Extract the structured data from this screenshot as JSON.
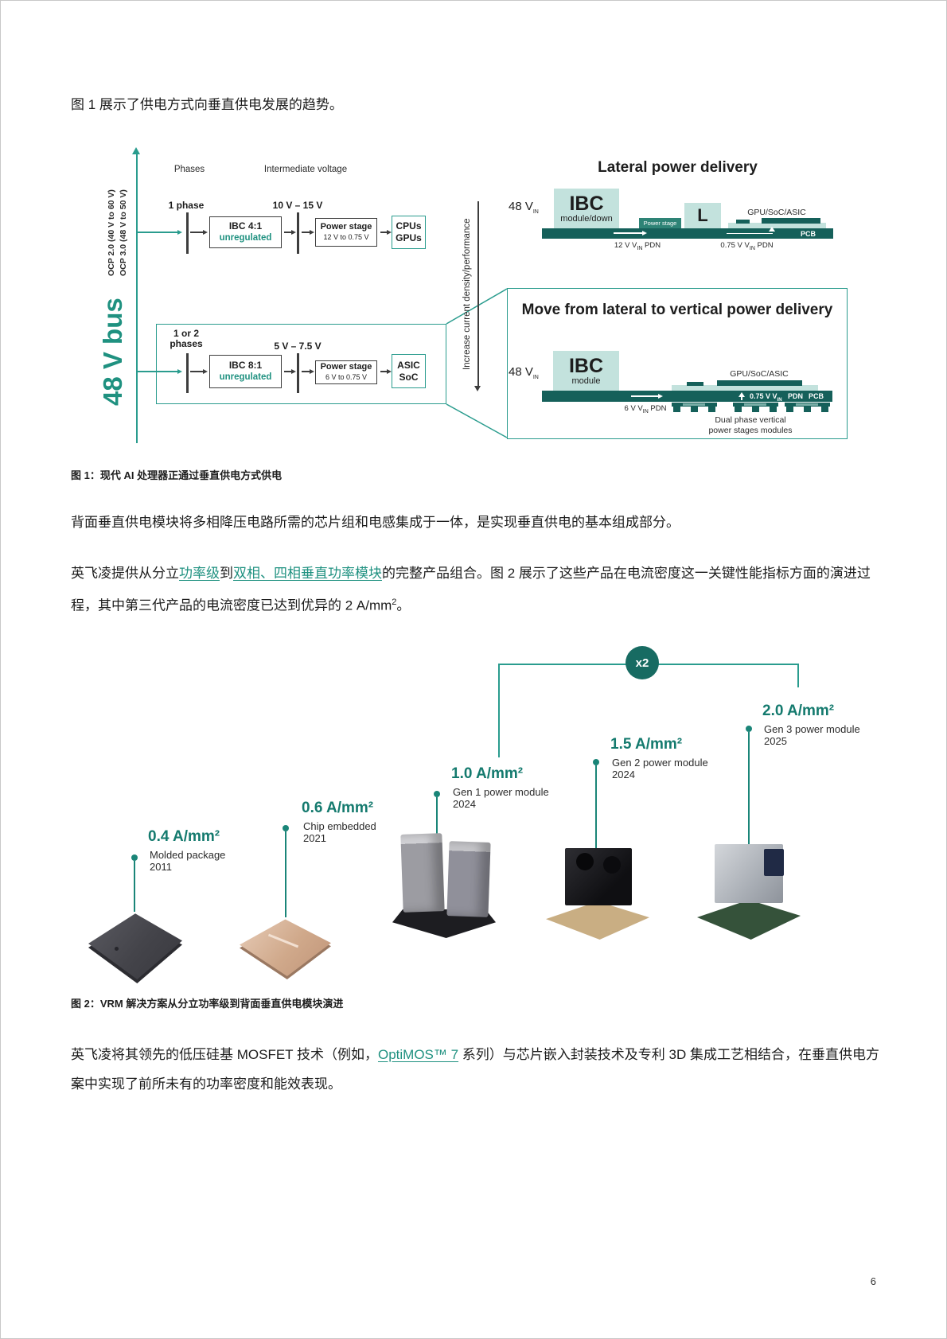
{
  "doc": {
    "intro": "图 1 展示了供电方式向垂直供电发展的趋势。",
    "fig1_caption": "图 1：现代 AI 处理器正通过垂直供电方式供电",
    "para1": "背面垂直供电模块将多相降压电路所需的芯片组和电感集成于一体，是实现垂直供电的基本组成部分。",
    "para2": {
      "t1": "英飞凌提供从分立",
      "link1": "功率级",
      "t2": "到",
      "link2": "双相、四相垂直功率模块",
      "t3": "的完整产品组合。图 2 展示了这些产品在电流密度这一关键性能指标方面的演进过程，其中第三代产品的电流密度已达到优异的 2 A/mm",
      "sup": "2",
      "t4": "。"
    },
    "fig2_caption": "图 2：VRM 解决方案从分立功率级到背面垂直供电模块演进",
    "para3": {
      "t1": "英飞凌将其领先的低压硅基 MOSFET 技术（例如，",
      "link": "OptiMOS™ 7",
      "t2": " 系列）与芯片嵌入封装技术及专利 3D 集成工艺相结合，在垂直供电方案中实现了前所未有的功率密度和能效表现。"
    },
    "page_number": "6"
  },
  "fig1": {
    "headers": {
      "phases": "Phases",
      "intermediate": "Intermediate voltage"
    },
    "ocp_line1": "OCP 2.0 (40 V to 60 V)",
    "ocp_line2": "OCP 3.0 (48 V to 50 V)",
    "bus": "48 V bus",
    "axis": "Increase current density/performance",
    "row1": {
      "phase": "1 phase",
      "ibc": "IBC 4:1",
      "ibc_sub": "unregulated",
      "mid": "10 V – 15 V",
      "ps": "Power stage",
      "ps_sub": "12 V to 0.75 V",
      "load1": "CPUs",
      "load2": "GPUs"
    },
    "row2": {
      "phase1": "1 or 2",
      "phase2": "phases",
      "ibc": "IBC 8:1",
      "ibc_sub": "unregulated",
      "mid": "5 V – 7.5 V",
      "ps": "Power stage",
      "ps_sub": "6 V to 0.75 V",
      "load1": "ASIC",
      "load2": "SoC"
    },
    "lateral": {
      "title": "Lateral power delivery",
      "vin": "48 V",
      "vin_sub": "IN",
      "ibc": "IBC",
      "ibc_sub": "module/down",
      "ps": "Power stage",
      "l": "L",
      "gpu": "GPU/SoC/ASIC",
      "pcb": "PCB",
      "pdn1_pre": "12 V V",
      "pdn1_sub": "IN",
      "pdn1_post": " PDN",
      "pdn2_pre": "0.75 V V",
      "pdn2_sub": "IN",
      "pdn2_post": " PDN"
    },
    "vertical": {
      "title": "Move from lateral to vertical power delivery",
      "vin": "48 V",
      "vin_sub": "IN",
      "ibc": "IBC",
      "ibc_sub": "module",
      "gpu": "GPU/SoC/ASIC",
      "pdn_pre": "6 V V",
      "pdn_sub": "IN",
      "pdn_post": "  PDN",
      "bar_v_pre": "0.75 V V",
      "bar_v_sub": "IN",
      "bar_pdn": "PDN",
      "bar_pcb": "PCB",
      "modules1": "Dual phase vertical",
      "modules2": "power stages modules"
    }
  },
  "fig2": {
    "multiplier": "x2",
    "milestones": [
      {
        "value": "0.4 A/mm²",
        "name": "Molded package",
        "year": "2011"
      },
      {
        "value": "0.6 A/mm²",
        "name": "Chip embedded",
        "year": "2021"
      },
      {
        "value": "1.0 A/mm²",
        "name": "Gen 1 power module",
        "year": "2024"
      },
      {
        "value": "1.5 A/mm²",
        "name": "Gen 2 power module",
        "year": "2024"
      },
      {
        "value": "2.0 A/mm²",
        "name": "Gen 3 power module",
        "year": "2025"
      }
    ]
  },
  "colors": {
    "teal_dark": "#15605A",
    "teal_mid": "#2A9C8E",
    "teal_text": "#1F9180",
    "teal_light": "#C3E2DD"
  }
}
